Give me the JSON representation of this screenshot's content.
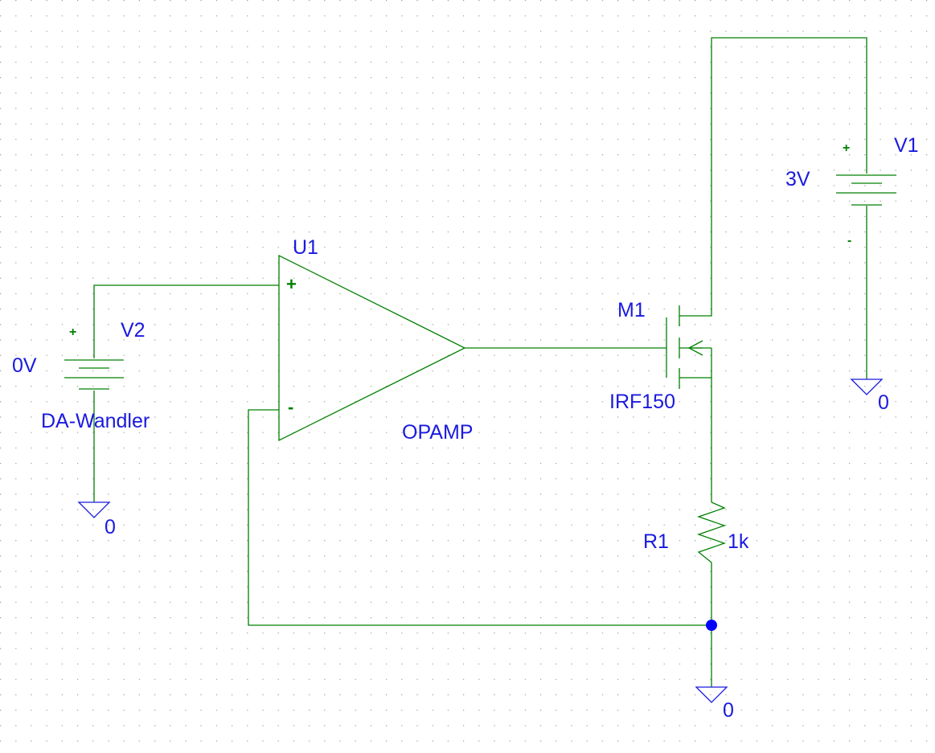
{
  "u1": {
    "ref": "U1",
    "value": "OPAMP",
    "plus": "+",
    "minus": "-"
  },
  "m1": {
    "ref": "M1",
    "value": "IRF150"
  },
  "v1": {
    "ref": "V1",
    "value": "3V",
    "plus": "+",
    "minus": "-"
  },
  "v2": {
    "ref": "V2",
    "value": "0V",
    "plus": "+",
    "name": "DA-Wandler"
  },
  "r1": {
    "ref": "R1",
    "value": "1k"
  },
  "ground_label": "0",
  "colors": {
    "wire": "#008000",
    "label": "#1a1adf",
    "junction": "#0000ff",
    "grid": "#9a9a9a"
  }
}
